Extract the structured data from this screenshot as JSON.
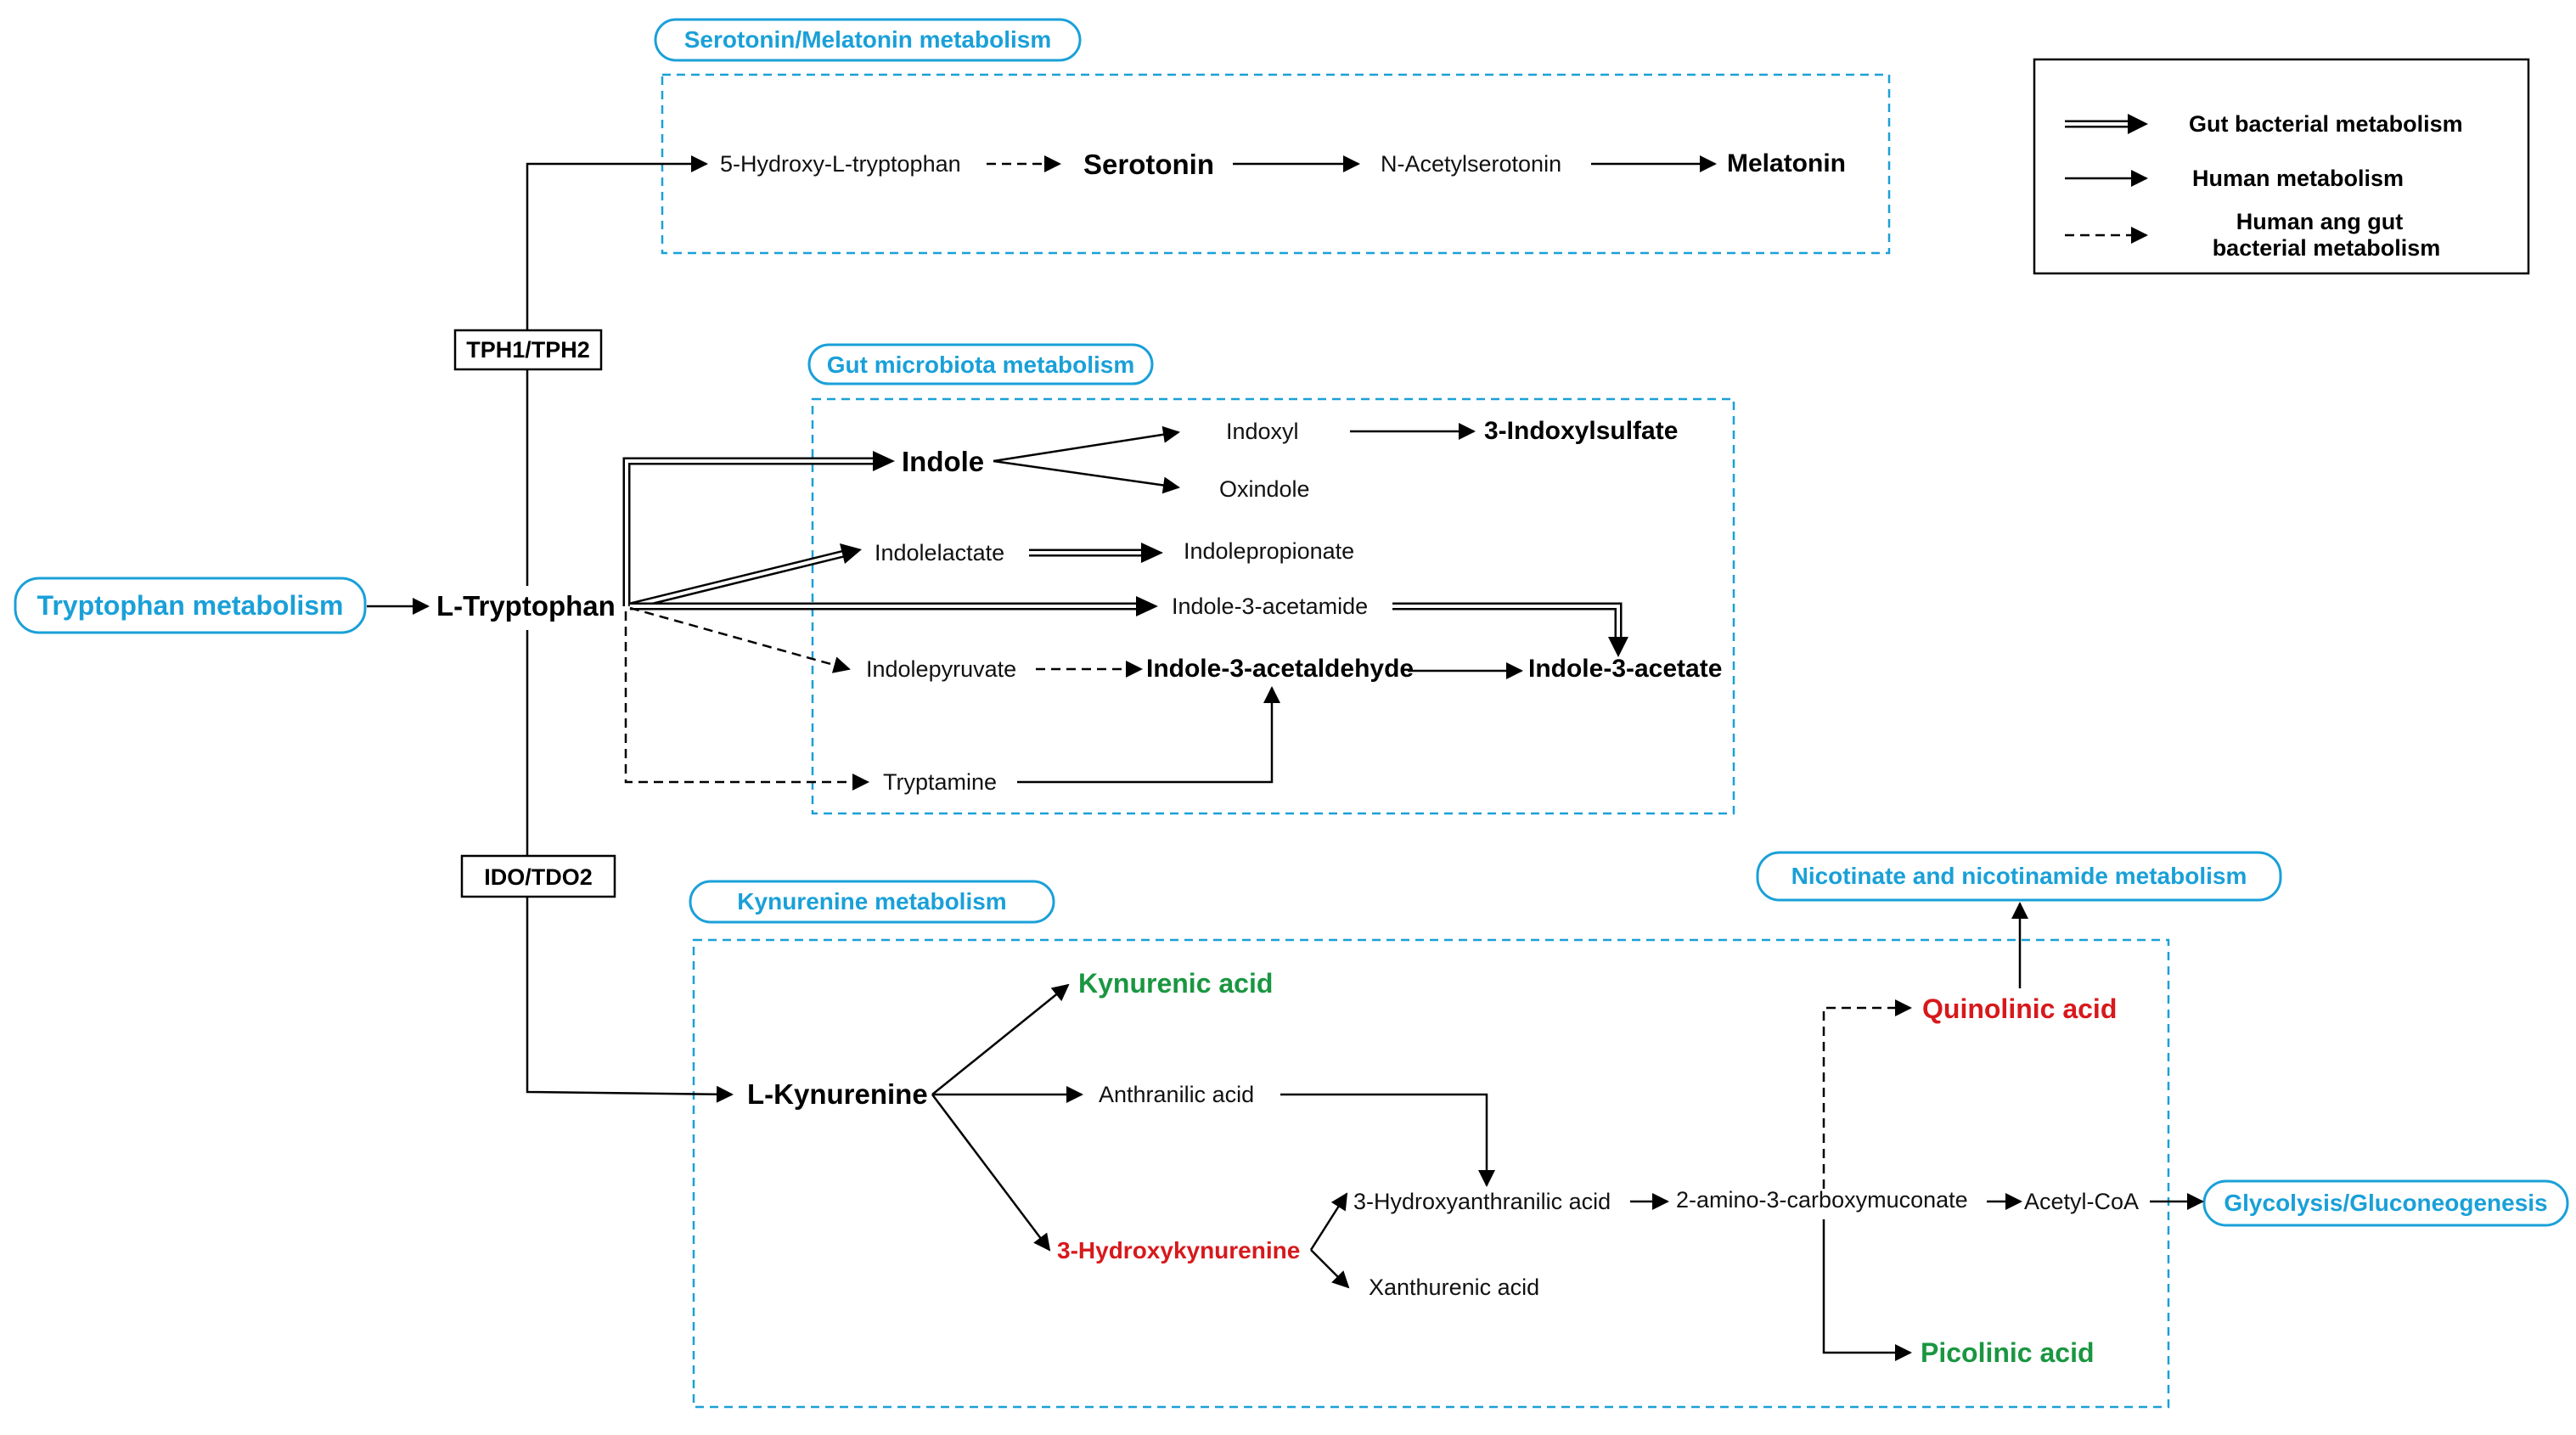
{
  "sections": {
    "serotonin": "Serotonin/Melatonin metabolism",
    "gut": "Gut microbiota metabolism",
    "kynurenine": "Kynurenine metabolism",
    "tryptophan": "Tryptophan metabolism",
    "nicotinate": "Nicotinate and nicotinamide metabolism",
    "glycolysis": "Glycolysis/Gluconeogenesis"
  },
  "enzymes": {
    "tph": "TPH1/TPH2",
    "ido": "IDO/TDO2"
  },
  "legend": {
    "gut": "Gut bacterial metabolism",
    "human": "Human metabolism",
    "both_line1": "Human ang gut",
    "both_line2": "bacterial metabolism"
  },
  "nodes": {
    "l_tryptophan": "L-Tryptophan",
    "hydroxy_trp": "5-Hydroxy-L-tryptophan",
    "serotonin": "Serotonin",
    "n_acetylserotonin": "N-Acetylserotonin",
    "melatonin": "Melatonin",
    "indole": "Indole",
    "indoxyl": "Indoxyl",
    "indoxylsulfate": "3-Indoxylsulfate",
    "oxindole": "Oxindole",
    "indolelactate": "Indolelactate",
    "indolepropionate": "Indolepropionate",
    "indole_acetamide": "Indole-3-acetamide",
    "indolepyruvate": "Indolepyruvate",
    "indole_acetaldehyde": "Indole-3-acetaldehyde",
    "indole_acetate": "Indole-3-acetate",
    "tryptamine": "Tryptamine",
    "l_kynurenine": "L-Kynurenine",
    "kynurenic_acid": "Kynurenic acid",
    "anthranilic_acid": "Anthranilic acid",
    "hydroxykynurenine": "3-Hydroxykynurenine",
    "hydroxyanthranilic_acid": "3-Hydroxyanthranilic acid",
    "xanthurenic_acid": "Xanthurenic acid",
    "amino_carboxymuconate": "2-amino-3-carboxymuconate",
    "acetyl_coa": "Acetyl-CoA",
    "quinolinic_acid": "Quinolinic acid",
    "picolinic_acid": "Picolinic acid"
  },
  "colors": {
    "section_blue": "#1aa0d8",
    "decreased_green": "#1a9641",
    "increased_red": "#d7191c"
  }
}
